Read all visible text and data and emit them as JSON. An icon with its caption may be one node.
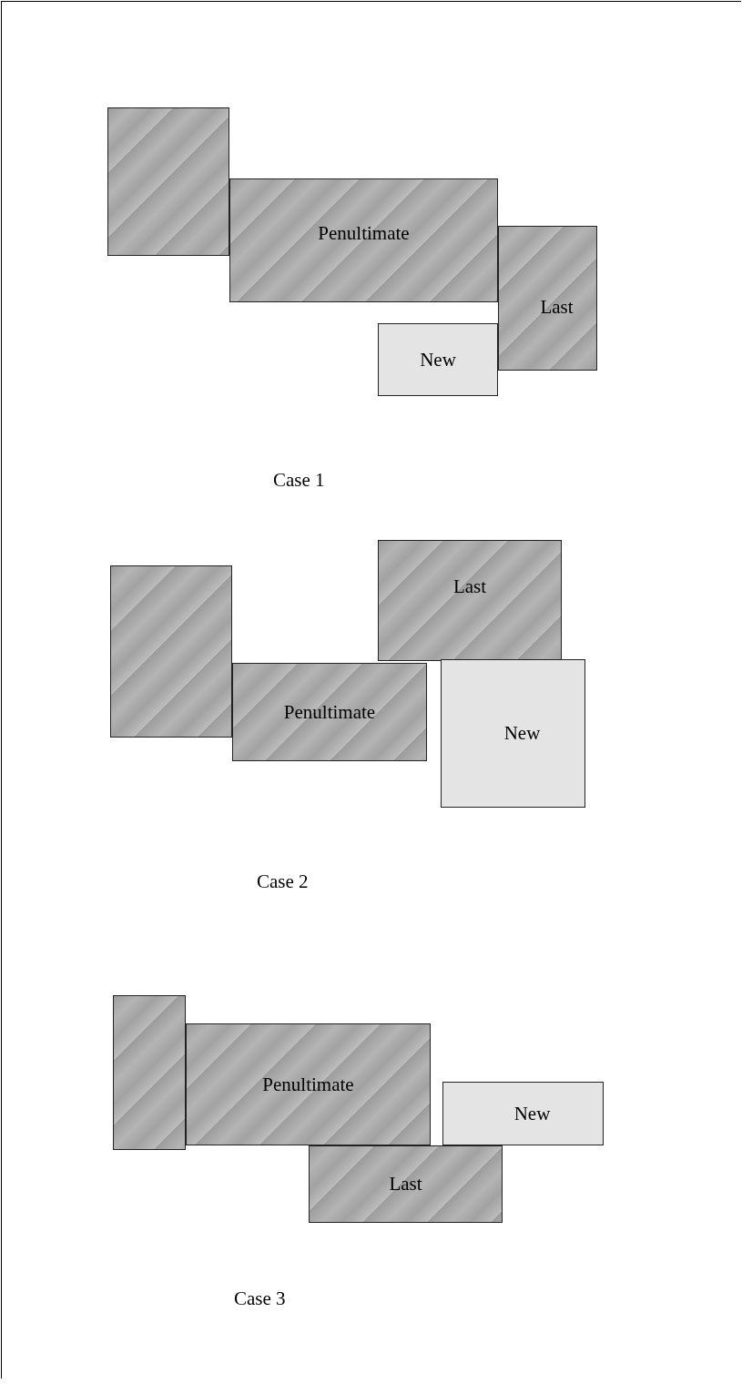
{
  "diagram": {
    "nodes": [
      {
        "text": [],
        "shape": "box"
      },
      {
        "text": [
          "Penultimate"
        ]
      },
      {
        "text": [
          "Last"
        ]
      },
      {
        "text": [
          "New"
        ]
      },
      {
        "text": [],
        "shape": "box"
      },
      {
        "text": [
          "Last"
        ]
      },
      {
        "text": [
          "Penultimate"
        ]
      },
      {
        "text": [
          "New"
        ]
      },
      {
        "text": [],
        "shape": "box"
      },
      {
        "text": [
          "Penultimate"
        ]
      },
      {
        "text": [
          "New"
        ]
      },
      {
        "text": [
          "Last"
        ]
      }
    ],
    "labels": [
      "Case 1",
      "Case 2",
      "Case 3"
    ]
  }
}
